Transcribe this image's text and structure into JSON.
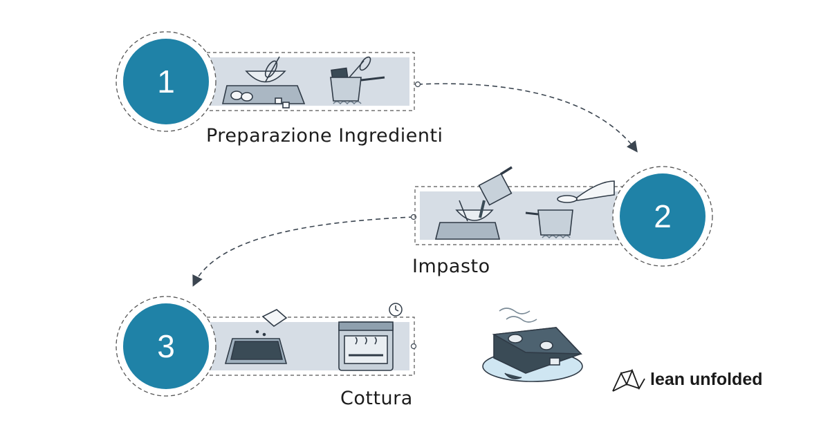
{
  "steps": [
    {
      "number": "1",
      "label": "Preparazione Ingredienti"
    },
    {
      "number": "2",
      "label": "Impasto"
    },
    {
      "number": "3",
      "label": "Cottura"
    }
  ],
  "brand": {
    "name": "lean unfolded"
  },
  "colors": {
    "circle": "#1f82a7",
    "panel": "#d6dde5",
    "ink": "#2f3a46",
    "dark": "#3a4b56"
  },
  "icons": [
    "whisk-bowl-icon",
    "saucepan-chocolate-icon",
    "pouring-pot-icon",
    "pot-spoon-icon",
    "baking-tray-icon",
    "oven-icon",
    "timer-icon",
    "brownie-plate-icon",
    "lean-unfolded-logo-icon"
  ]
}
